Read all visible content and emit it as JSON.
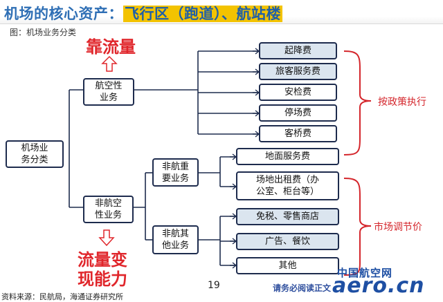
{
  "header": {
    "title_prefix": "机场的核心资产：",
    "title_highlight": "飞行区（跑道）、航站楼"
  },
  "figure_caption": "图：机场业务分类",
  "diagram": {
    "root": "机场业\n务分类",
    "aero": "航空性\n业务",
    "non_aero": "非航空\n性业务",
    "non_aero_major": "非航重\n要业务",
    "non_aero_other": "非航其\n他业务",
    "aero_items": [
      "起降费",
      "旅客服务费",
      "安检费",
      "停场费",
      "客桥费"
    ],
    "major_items": [
      "地面服务费",
      "场地出租费（办\n公室、柜台等）"
    ],
    "other_items": [
      "免税、零售商店",
      "广告、餐饮",
      "其他"
    ],
    "aero_note": "靠流量",
    "non_aero_note": "流量变\n现能力",
    "policy_label": "按政策执行",
    "market_label": "市场调节价"
  },
  "footer": {
    "page_number": "19",
    "source": "资料来源：民航局，海通证券研究所",
    "notice": "请务必阅读正文",
    "watermark_cn": "中国航空网",
    "watermark_en": "aero.cn"
  }
}
